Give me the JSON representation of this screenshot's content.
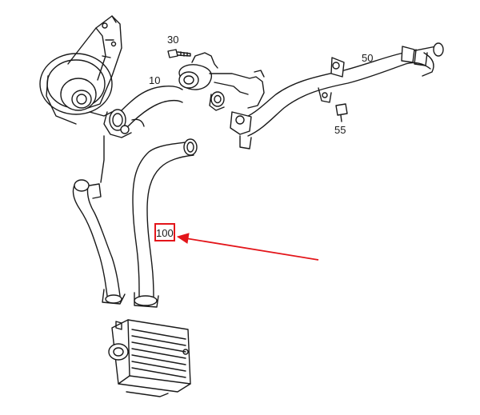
{
  "callouts": {
    "part_10": "10",
    "part_30": "30",
    "part_50": "50",
    "part_55": "55",
    "part_100": "100"
  },
  "colors": {
    "line": "#1a1a1a",
    "highlight": "#e3151a",
    "background": "#ffffff"
  }
}
